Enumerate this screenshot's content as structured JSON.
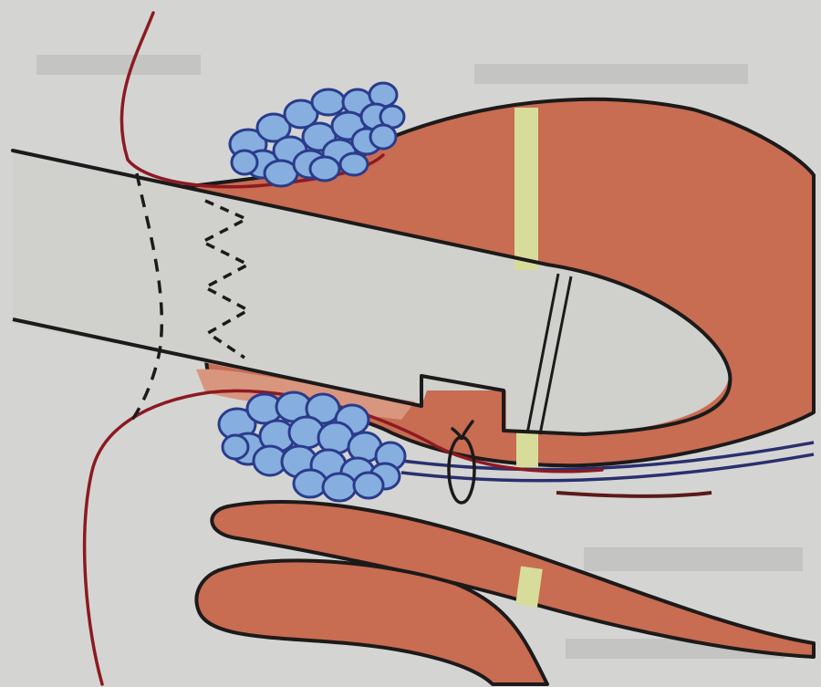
{
  "colors": {
    "background": "#d4d5d2",
    "tissue": "#c86c52",
    "tissue_light": "#d8967e",
    "outline": "#1c1a1a",
    "vessel": "#8c1a22",
    "gland_fill": "#86aede",
    "gland_stroke": "#2a3b8c",
    "band": "#d8dc9a",
    "nerve": "#2a2f6e"
  },
  "icons": {
    "gland_upper": "gland-cluster",
    "gland_lower": "gland-cluster",
    "ligature": "suture-loop-icon",
    "clamp": "clamp-step"
  }
}
